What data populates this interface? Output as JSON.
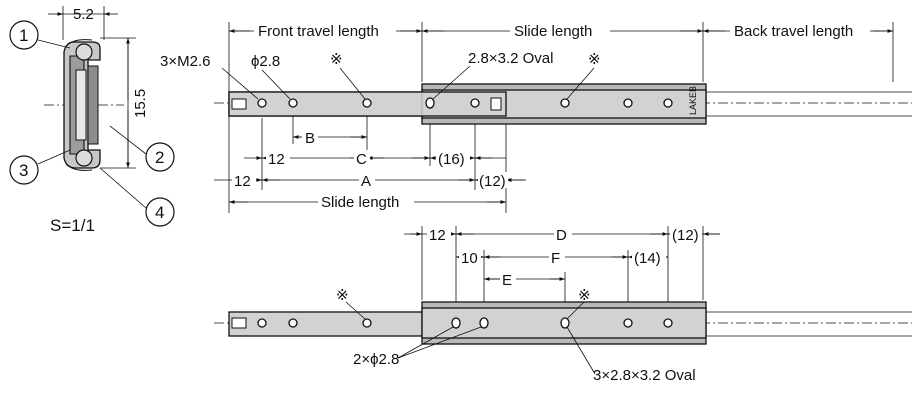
{
  "cross_section": {
    "dim_width": "5.2",
    "dim_height": "15.5",
    "callouts": [
      "1",
      "2",
      "3",
      "4"
    ],
    "scale": "S=1/1"
  },
  "top_view": {
    "front_travel": "Front travel length",
    "slide_length_top": "Slide length",
    "back_travel": "Back travel length",
    "screw": "3×M2.6",
    "hole_dia": "ϕ2.8",
    "ref_mark": "※",
    "oval": "2.8×3.2 Oval",
    "dim_b": "B",
    "dim_12a": "12",
    "dim_c": "C",
    "dim_16": "(16)",
    "dim_12b": "12",
    "dim_a": "A",
    "dim_12c": "(12)",
    "slide_length_bottom": "Slide length",
    "stamp": "LAKEB"
  },
  "bottom_view": {
    "dim_12": "12",
    "dim_d": "D",
    "dim_12r": "(12)",
    "dim_10": "10",
    "dim_f": "F",
    "dim_14": "(14)",
    "dim_e": "E",
    "ref_mark": "※",
    "holes": "2×ϕ2.8",
    "ovals": "3×2.8×3.2 Oval"
  }
}
